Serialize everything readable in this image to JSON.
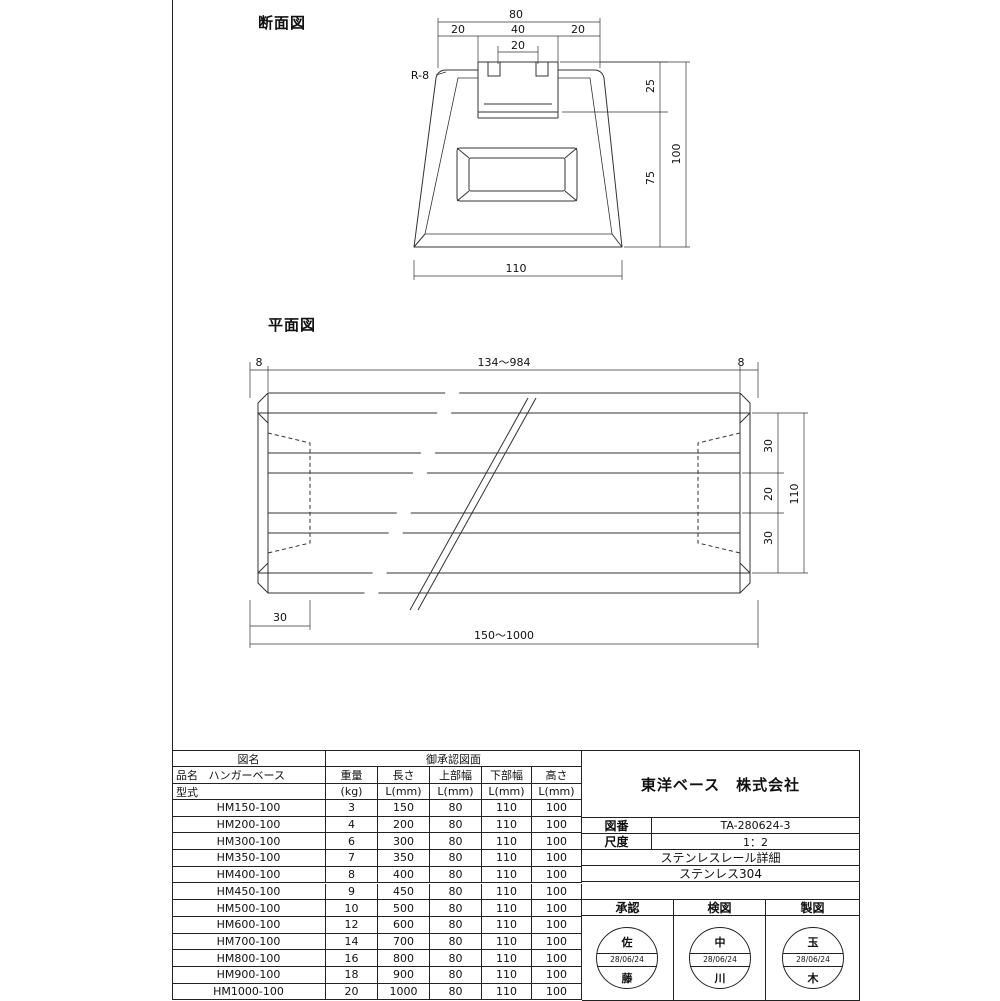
{
  "views": {
    "section_title": "断面図",
    "plan_title": "平面図"
  },
  "section_dims": {
    "total_top": "80",
    "top_left": "20",
    "top_mid": "40",
    "top_right": "20",
    "rail_width": "20",
    "radius": "R-8",
    "rail_height": "25",
    "lower_height": "75",
    "total_height": "100",
    "bottom_width": "110"
  },
  "plan_dims": {
    "left_chamfer": "8",
    "right_chamfer": "8",
    "top_length": "134～984",
    "row_top": "30",
    "row_mid": "20",
    "row_bottom": "30",
    "total_width": "110",
    "end_inset": "30",
    "bottom_length": "150～1000"
  },
  "table": {
    "drawing_name_label": "図名",
    "approval_drawing": "御承認図面",
    "product_label": "品名",
    "product_name": "ハンガーベース",
    "model_label": "型式",
    "columns": [
      "重量",
      "長さ",
      "上部幅",
      "下部幅",
      "高さ"
    ],
    "units": [
      "(kg)",
      "L(mm)",
      "L(mm)",
      "L(mm)",
      "L(mm)"
    ],
    "rows": [
      [
        "HM150-100",
        "3",
        "150",
        "80",
        "110",
        "100"
      ],
      [
        "HM200-100",
        "4",
        "200",
        "80",
        "110",
        "100"
      ],
      [
        "HM300-100",
        "6",
        "300",
        "80",
        "110",
        "100"
      ],
      [
        "HM350-100",
        "7",
        "350",
        "80",
        "110",
        "100"
      ],
      [
        "HM400-100",
        "8",
        "400",
        "80",
        "110",
        "100"
      ],
      [
        "HM450-100",
        "9",
        "450",
        "80",
        "110",
        "100"
      ],
      [
        "HM500-100",
        "10",
        "500",
        "80",
        "110",
        "100"
      ],
      [
        "HM600-100",
        "12",
        "600",
        "80",
        "110",
        "100"
      ],
      [
        "HM700-100",
        "14",
        "700",
        "80",
        "110",
        "100"
      ],
      [
        "HM800-100",
        "16",
        "800",
        "80",
        "110",
        "100"
      ],
      [
        "HM900-100",
        "18",
        "900",
        "80",
        "110",
        "100"
      ],
      [
        "HM1000-100",
        "20",
        "1000",
        "80",
        "110",
        "100"
      ]
    ]
  },
  "title_block": {
    "company": "東洋ベース　株式会社",
    "drawing_no_label": "図番",
    "drawing_no": "TA-280624-3",
    "scale_label": "尺度",
    "scale": "1：2",
    "description": "ステンレスレール詳細",
    "material": "ステンレス304",
    "approve_label": "承認",
    "check_label": "検図",
    "draw_label": "製図",
    "stamps": [
      {
        "top": "佐",
        "date": "28/06/24",
        "bottom": "藤"
      },
      {
        "top": "中",
        "date": "28/06/24",
        "bottom": "川"
      },
      {
        "top": "玉",
        "date": "28/06/24",
        "bottom": "木"
      }
    ]
  }
}
